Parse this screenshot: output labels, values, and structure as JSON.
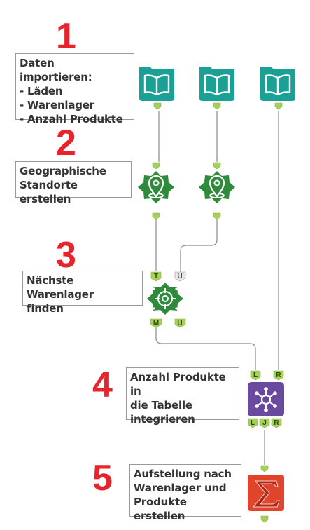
{
  "steps": [
    {
      "number": "1",
      "comment": "Daten importieren:\n- Läden\n- Warenlager\n- Anzahl Produkte"
    },
    {
      "number": "2",
      "comment": "Geographische\nStandorte erstellen"
    },
    {
      "number": "3",
      "comment": "Nächste Warenlager\nfinden"
    },
    {
      "number": "4",
      "comment": "Anzahl Produkte in\ndie Tabelle\nintegrieren"
    },
    {
      "number": "5",
      "comment": "Aufstellung nach\nWarenlager und\nProdukte erstellen"
    }
  ],
  "anchors": {
    "find_nearest_in_target": "T",
    "find_nearest_in_universe": "U",
    "find_nearest_out_match": "M",
    "find_nearest_out_unmatched": "U",
    "join_in_left": "L",
    "join_in_right": "R",
    "join_out_left": "L",
    "join_out_join": "J",
    "join_out_right": "R"
  },
  "colors": {
    "step_number": "#e8232b",
    "input_tool": "#1aa094",
    "spatial_tool": "#2f8a3c",
    "join_tool": "#6a4a9e",
    "summarize_tool": "#e0452b",
    "anchor": "#a7cf5c"
  },
  "icons": {
    "input": "book-icon",
    "create_points": "location-pin-icon",
    "find_nearest": "crosshair-icon",
    "join": "network-icon",
    "summarize": "sigma-icon"
  }
}
